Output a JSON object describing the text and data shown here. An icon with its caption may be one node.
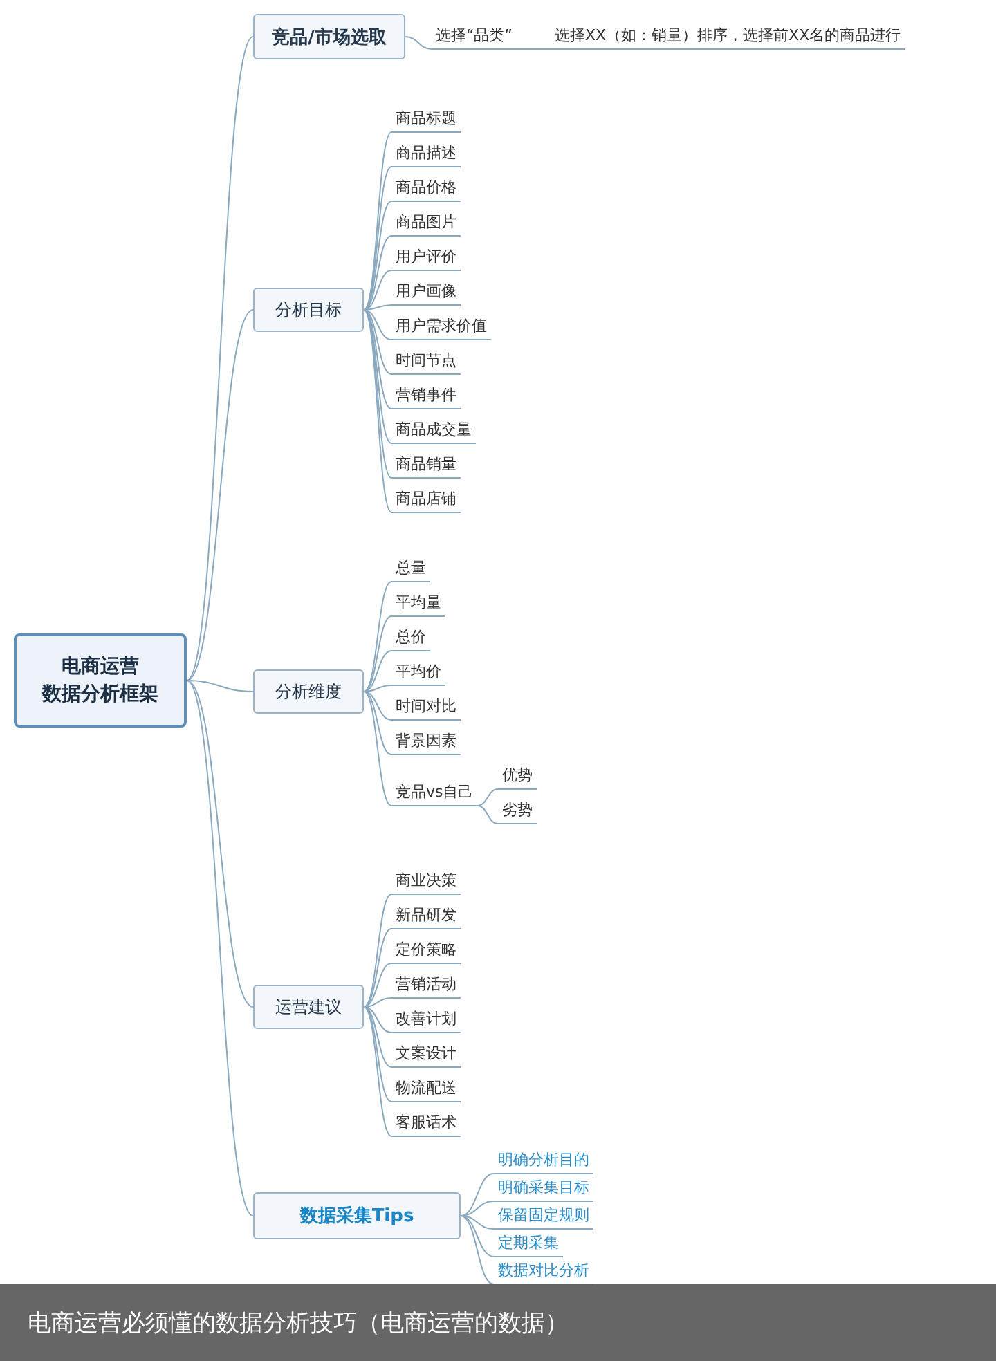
{
  "diagram": {
    "caption": "电商运营必须懂的数据分析技巧（电商运营的数据）",
    "nodes": [
      {
        "text": [
          "电商运营",
          "数据分析框架"
        ]
      },
      {
        "text": [
          "竞品/市场选取"
        ]
      },
      {
        "text": [
          "选择“品类”"
        ]
      },
      {
        "text": [
          "选择XX（如：销量）排序，选择前XX名的商品进行"
        ]
      },
      {
        "text": [
          "分析目标"
        ]
      },
      {
        "text": [
          "商品标题"
        ]
      },
      {
        "text": [
          "商品描述"
        ]
      },
      {
        "text": [
          "商品价格"
        ]
      },
      {
        "text": [
          "商品图片"
        ]
      },
      {
        "text": [
          "用户评价"
        ]
      },
      {
        "text": [
          "用户画像"
        ]
      },
      {
        "text": [
          "用户需求价值"
        ]
      },
      {
        "text": [
          "时间节点"
        ]
      },
      {
        "text": [
          "营销事件"
        ]
      },
      {
        "text": [
          "商品成交量"
        ]
      },
      {
        "text": [
          "商品销量"
        ]
      },
      {
        "text": [
          "商品店铺"
        ]
      },
      {
        "text": [
          "分析维度"
        ]
      },
      {
        "text": [
          "总量"
        ]
      },
      {
        "text": [
          "平均量"
        ]
      },
      {
        "text": [
          "总价"
        ]
      },
      {
        "text": [
          "平均价"
        ]
      },
      {
        "text": [
          "时间对比"
        ]
      },
      {
        "text": [
          "背景因素"
        ]
      },
      {
        "text": [
          "竞品vs自己"
        ]
      },
      {
        "text": [
          "优势"
        ]
      },
      {
        "text": [
          "劣势"
        ]
      },
      {
        "text": [
          "运营建议"
        ]
      },
      {
        "text": [
          "商业决策"
        ]
      },
      {
        "text": [
          "新品研发"
        ]
      },
      {
        "text": [
          "定价策略"
        ]
      },
      {
        "text": [
          "营销活动"
        ]
      },
      {
        "text": [
          "改善计划"
        ]
      },
      {
        "text": [
          "文案设计"
        ]
      },
      {
        "text": [
          "物流配送"
        ]
      },
      {
        "text": [
          "客服话术"
        ]
      },
      {
        "text": [
          "数据采集Tips"
        ]
      },
      {
        "text": [
          "明确分析目的"
        ]
      },
      {
        "text": [
          "明确采集目标"
        ]
      },
      {
        "text": [
          "保留固定规则"
        ]
      },
      {
        "text": [
          "定期采集"
        ]
      },
      {
        "text": [
          "数据对比分析"
        ]
      }
    ],
    "edges": [
      {
        "from": 0,
        "to": 1,
        "arrow": "none"
      },
      {
        "from": 0,
        "to": 4,
        "arrow": "none"
      },
      {
        "from": 0,
        "to": 17,
        "arrow": "none"
      },
      {
        "from": 0,
        "to": 27,
        "arrow": "none"
      },
      {
        "from": 0,
        "to": 36,
        "arrow": "none"
      },
      {
        "from": 1,
        "to": 2,
        "arrow": "none"
      },
      {
        "from": 2,
        "to": 3,
        "arrow": "none"
      },
      {
        "from": 4,
        "to": 5,
        "arrow": "none"
      },
      {
        "from": 4,
        "to": 6,
        "arrow": "none"
      },
      {
        "from": 4,
        "to": 7,
        "arrow": "none"
      },
      {
        "from": 4,
        "to": 8,
        "arrow": "none"
      },
      {
        "from": 4,
        "to": 9,
        "arrow": "none"
      },
      {
        "from": 4,
        "to": 10,
        "arrow": "none"
      },
      {
        "from": 4,
        "to": 11,
        "arrow": "none"
      },
      {
        "from": 4,
        "to": 12,
        "arrow": "none"
      },
      {
        "from": 4,
        "to": 13,
        "arrow": "none"
      },
      {
        "from": 4,
        "to": 14,
        "arrow": "none"
      },
      {
        "from": 4,
        "to": 15,
        "arrow": "none"
      },
      {
        "from": 4,
        "to": 16,
        "arrow": "none"
      },
      {
        "from": 17,
        "to": 18,
        "arrow": "none"
      },
      {
        "from": 17,
        "to": 19,
        "arrow": "none"
      },
      {
        "from": 17,
        "to": 20,
        "arrow": "none"
      },
      {
        "from": 17,
        "to": 21,
        "arrow": "none"
      },
      {
        "from": 17,
        "to": 22,
        "arrow": "none"
      },
      {
        "from": 17,
        "to": 23,
        "arrow": "none"
      },
      {
        "from": 17,
        "to": 24,
        "arrow": "none"
      },
      {
        "from": 24,
        "to": 25,
        "arrow": "none"
      },
      {
        "from": 24,
        "to": 26,
        "arrow": "none"
      },
      {
        "from": 27,
        "to": 28,
        "arrow": "none"
      },
      {
        "from": 27,
        "to": 29,
        "arrow": "none"
      },
      {
        "from": 27,
        "to": 30,
        "arrow": "none"
      },
      {
        "from": 27,
        "to": 31,
        "arrow": "none"
      },
      {
        "from": 27,
        "to": 32,
        "arrow": "none"
      },
      {
        "from": 27,
        "to": 33,
        "arrow": "none"
      },
      {
        "from": 27,
        "to": 34,
        "arrow": "none"
      },
      {
        "from": 27,
        "to": 35,
        "arrow": "none"
      },
      {
        "from": 36,
        "to": 37,
        "arrow": "none"
      },
      {
        "from": 36,
        "to": 38,
        "arrow": "none"
      },
      {
        "from": 36,
        "to": 39,
        "arrow": "none"
      },
      {
        "from": 36,
        "to": 40,
        "arrow": "none"
      },
      {
        "from": 36,
        "to": 41,
        "arrow": "none"
      }
    ]
  }
}
